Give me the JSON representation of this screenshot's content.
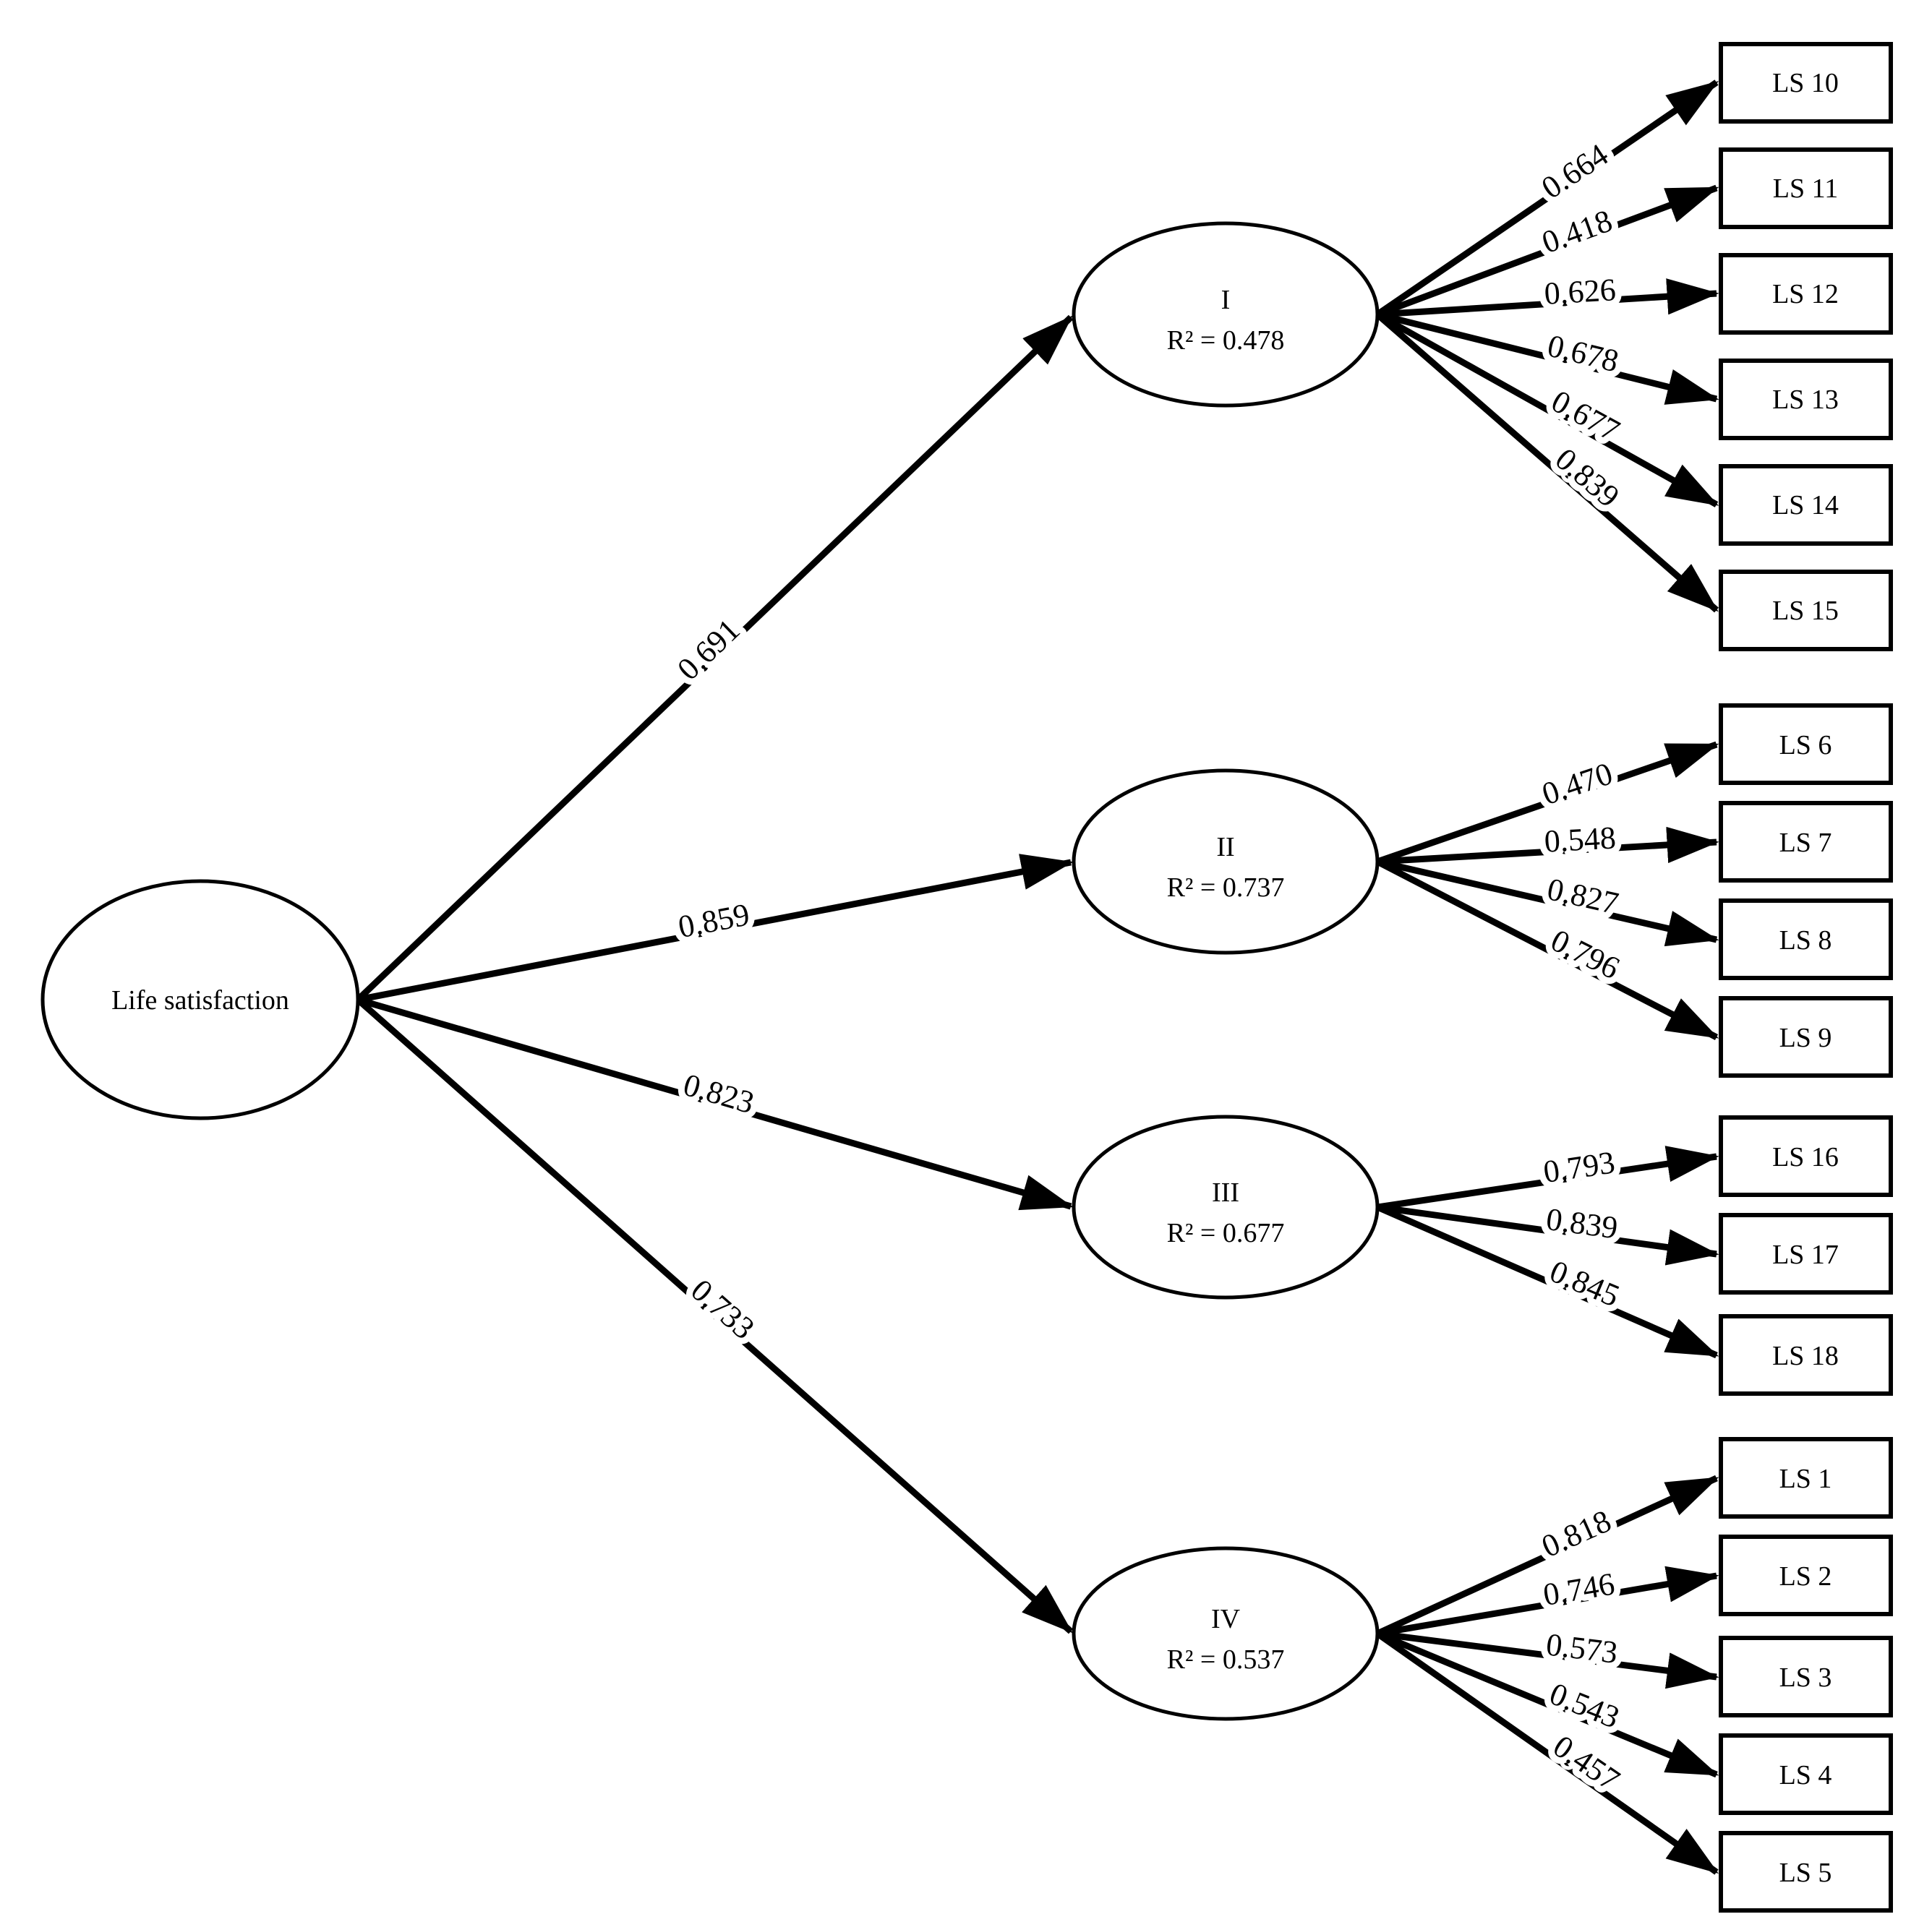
{
  "diagram": {
    "type": "sem-path-diagram",
    "latent": {
      "label": "Life satisfaction"
    },
    "factors": [
      {
        "name": "I",
        "r2_text": "R² = 0.478",
        "path_coefficient": "0.691",
        "indicators": [
          {
            "label": "LS 10",
            "loading": "0.664"
          },
          {
            "label": "LS 11",
            "loading": "0.418"
          },
          {
            "label": "LS 12",
            "loading": "0.626"
          },
          {
            "label": "LS 13",
            "loading": "0.678"
          },
          {
            "label": "LS 14",
            "loading": "0.677"
          },
          {
            "label": "LS 15",
            "loading": "0.839"
          }
        ]
      },
      {
        "name": "II",
        "r2_text": "R² = 0.737",
        "path_coefficient": "0.859",
        "indicators": [
          {
            "label": "LS 6",
            "loading": "0.470"
          },
          {
            "label": "LS 7",
            "loading": "0.548"
          },
          {
            "label": "LS 8",
            "loading": "0.827"
          },
          {
            "label": "LS 9",
            "loading": "0.796"
          }
        ]
      },
      {
        "name": "III",
        "r2_text": "R² = 0.677",
        "path_coefficient": "0.823",
        "indicators": [
          {
            "label": "LS 16",
            "loading": "0.793"
          },
          {
            "label": "LS 17",
            "loading": "0.839"
          },
          {
            "label": "LS 18",
            "loading": "0.845"
          }
        ]
      },
      {
        "name": "IV",
        "r2_text": "R² = 0.537",
        "path_coefficient": "0.733",
        "indicators": [
          {
            "label": "LS 1",
            "loading": "0.818"
          },
          {
            "label": "LS 2",
            "loading": "0.746"
          },
          {
            "label": "LS 3",
            "loading": "0.573"
          },
          {
            "label": "LS 4",
            "loading": "0.543"
          },
          {
            "label": "LS 5",
            "loading": "0.457"
          }
        ]
      }
    ],
    "colors": {
      "ink": "#000000",
      "paper": "#ffffff"
    }
  }
}
